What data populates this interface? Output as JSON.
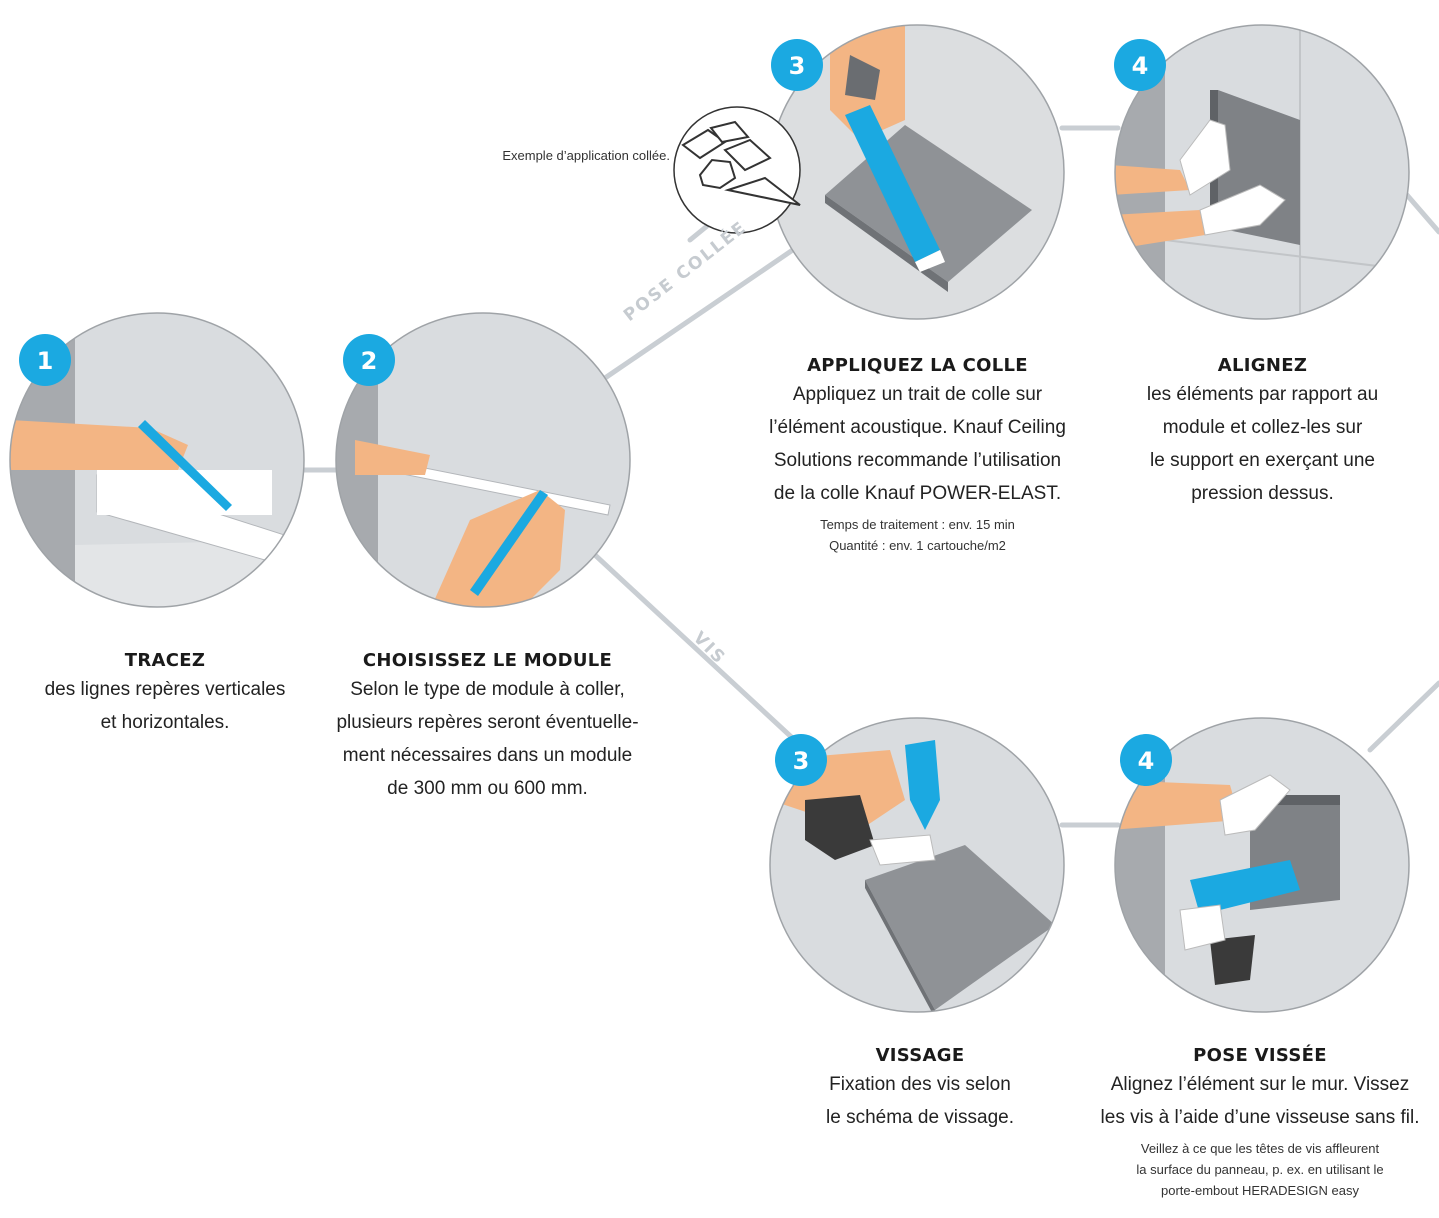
{
  "route_labels": {
    "glued": "POSE COLLÉE",
    "screwed": "VIS"
  },
  "example": {
    "caption": "Exemple d’application collée."
  },
  "steps": [
    {
      "badge": "1",
      "title": "TRACEZ",
      "lines": [
        "des lignes repères verticales",
        "et horizontales."
      ]
    },
    {
      "badge": "2",
      "title": "CHOISISSEZ LE MODULE",
      "lines": [
        "Selon le type de module à coller,",
        "plusieurs repères seront éventuelle-",
        "ment nécessaires dans un module",
        "de 300 mm ou 600 mm."
      ]
    },
    {
      "badge": "3",
      "title": "APPLIQUEZ LA COLLE",
      "lines": [
        "Appliquez un trait de colle sur",
        "l’élément acoustique. Knauf Ceiling",
        "Solutions recommande l’utilisation",
        "de la colle Knauf POWER-ELAST."
      ],
      "notes": [
        "Temps de traitement : env. 15 min",
        "Quantité : env. 1 cartouche/m2"
      ]
    },
    {
      "badge": "4",
      "title": "ALIGNEZ",
      "lines": [
        "les éléments par rapport au",
        "module et collez-les sur",
        "le support en exerçant une",
        "pression dessus."
      ]
    },
    {
      "badge": "3",
      "title": "VISSAGE",
      "lines": [
        "Fixation des vis selon",
        "le schéma de vissage."
      ]
    },
    {
      "badge": "4",
      "title": "POSE VISSÉE",
      "lines": [
        "Alignez l’élément sur le mur. Vissez",
        "les vis à l’aide d’une visseuse sans fil."
      ],
      "notes": [
        "Veillez à ce que les têtes de vis affleurent",
        "la surface du panneau, p. ex. en utilisant le",
        "porte-embout HERADESIGN easy"
      ]
    }
  ],
  "colors": {
    "badge": "#1ba9e1",
    "connector": "#c9ced3",
    "circle_bg": "#d9dcdf",
    "wall_dark": "#a7aaae",
    "skin": "#f3b584",
    "tool_blue": "#1ba9e1",
    "panel": "#8f9296",
    "glove": "#ffffff",
    "sleeve": "#3a3a3a"
  }
}
